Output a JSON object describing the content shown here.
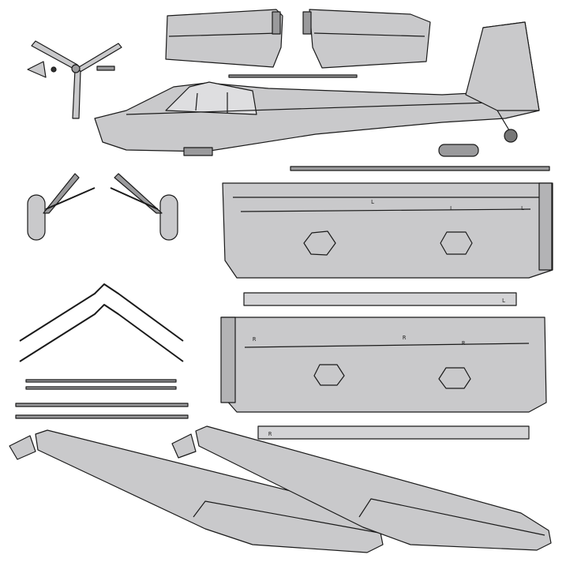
{
  "colors": {
    "part_fill": "#c9c9cb",
    "outline": "#1a1a1a",
    "background": "#ffffff"
  },
  "markings": {
    "left_wing_tag": "L",
    "right_wing_tag": "R",
    "left_wing_ribs": [
      "L",
      "L",
      "L"
    ],
    "right_wing_ribs": [
      "R",
      "R",
      "R"
    ]
  }
}
